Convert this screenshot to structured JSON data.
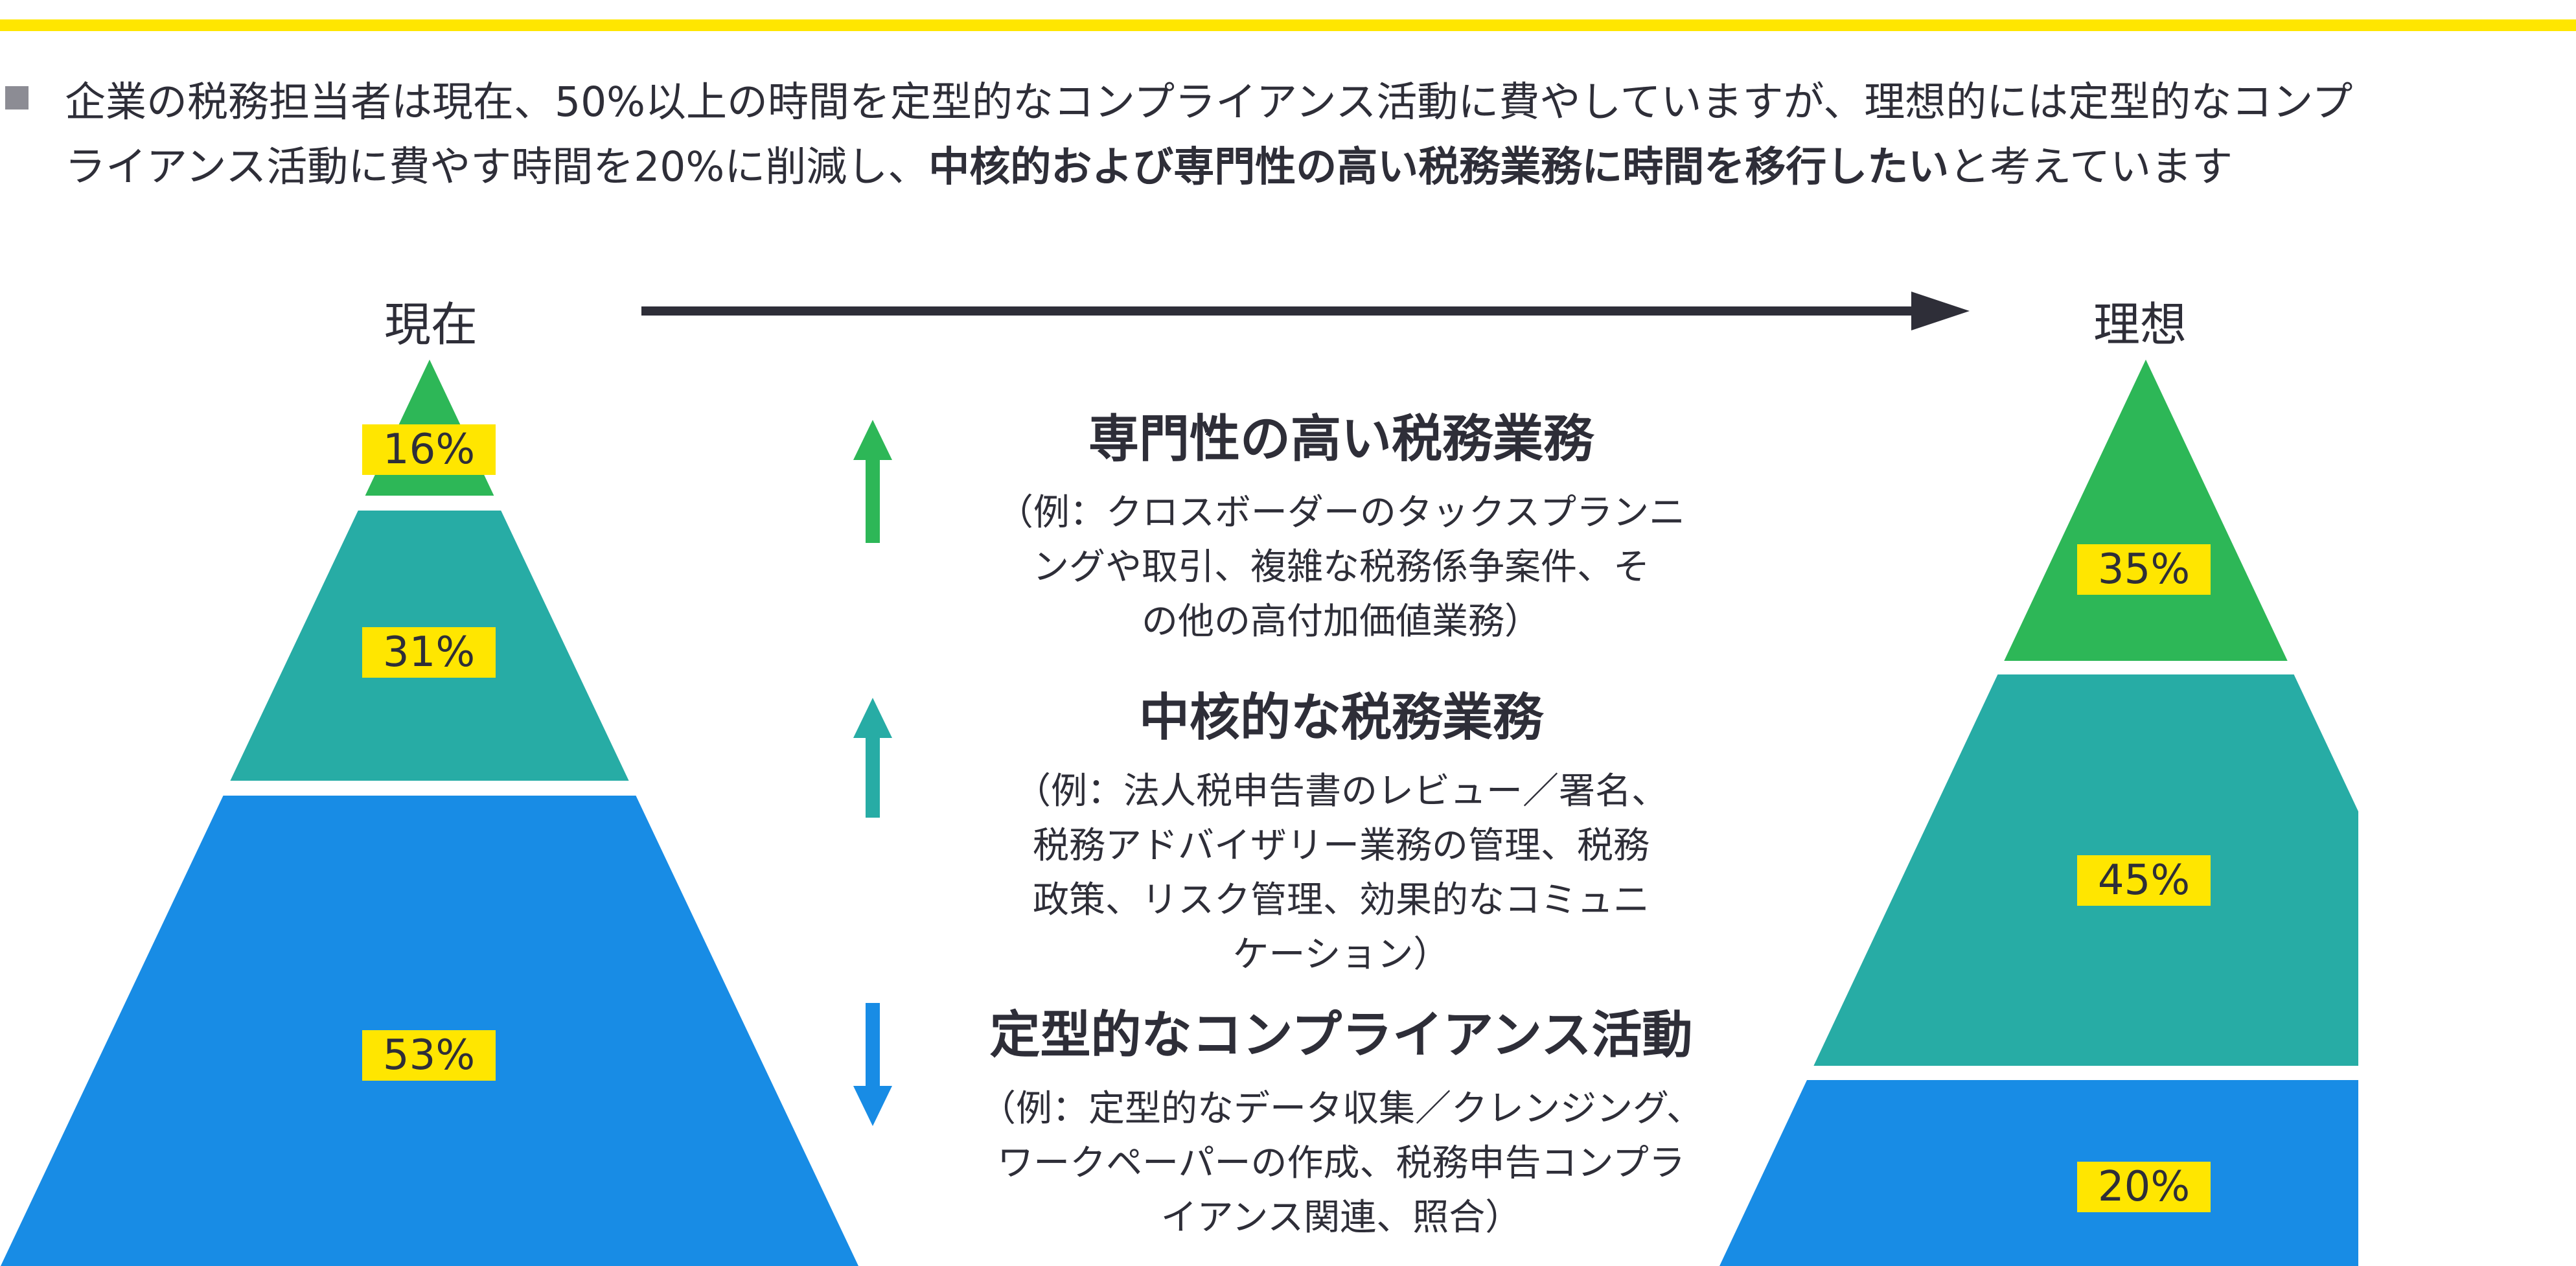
{
  "intro": {
    "line1": "企業の税務担当者は現在、50%以上の時間を定型的なコンプライアンス活動に費やしていますが、理想的には定型的なコンプ",
    "line2_plain": "ライアンス活動に費やす時間を20%に削減し、",
    "line2_bold": "中核的および専門性の高い税務業務に時間を移行したい",
    "line2_tail": "と考えています"
  },
  "current": {
    "title": "現在",
    "levels": [
      {
        "label": "16%",
        "value": 16,
        "color": "#2db757"
      },
      {
        "label": "31%",
        "value": 31,
        "color": "#27aca5"
      },
      {
        "label": "53%",
        "value": 53,
        "color": "#188ce5"
      }
    ]
  },
  "ideal": {
    "title": "理想",
    "levels": [
      {
        "label": "35%",
        "value": 35,
        "color": "#2db757"
      },
      {
        "label": "45%",
        "value": 45,
        "color": "#27aca5"
      },
      {
        "label": "20%",
        "value": 20,
        "color": "#188ce5"
      }
    ]
  },
  "legend": [
    {
      "title": "専門性の高い税務業務",
      "desc": [
        "（例：クロスボーダーのタックスプランニ",
        "ングや取引、複雑な税務係争案件、そ",
        "の他の高付加価値業務）"
      ],
      "direction": "up",
      "color": "#2db757"
    },
    {
      "title": "中核的な税務業務",
      "desc": [
        "（例：法人税申告書のレビュー／署名、",
        "税務アドバイザリー業務の管理、税務",
        "政策、リスク管理、効果的なコミュニ",
        "ケーション）"
      ],
      "direction": "up",
      "color": "#27aca5"
    },
    {
      "title": "定型的なコンプライアンス活動",
      "desc": [
        "（例：定型的なデータ収集／クレンジング、",
        "ワークペーパーの作成、税務申告コンプラ",
        "イアンス関連、照合）"
      ],
      "direction": "down",
      "color": "#188ce5"
    }
  ],
  "colors": {
    "accent_yellow": "#ffe600",
    "text_dark": "#2e2e38",
    "bullet_gray": "#8c8c94"
  }
}
